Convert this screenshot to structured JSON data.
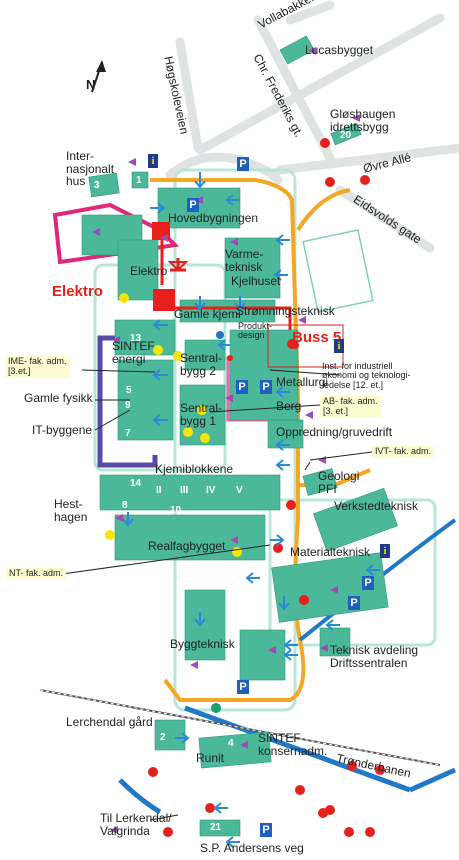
{
  "colors": {
    "building": "#4cb89a",
    "building_dark": "#2f9a7c",
    "road": "#dfe3e3",
    "path": "#8fd6c2",
    "ring_road": "#f5a623",
    "blue_road": "#1f78c8",
    "purple_zone": "#5a4aa8",
    "magenta_zone": "#e0287a",
    "pink_zone": "#e86aa8",
    "red_route": "#e8201c",
    "yellow_dot": "#f7e600",
    "red_dot": "#e8201c",
    "arrow": "#2b8ad8",
    "highlight": "#fdfbd0"
  },
  "roads": {
    "vollabakken": "Vollabakken",
    "hogskoleveien": "Høgskoleveien",
    "chr_frederiks": "Chr. Frederiks gt.",
    "ovre_alle": "Øvre Allé",
    "eidsvolds": "Eidsvolds gate",
    "sp_andersens": "S.P. Andersens veg",
    "trondelbanen": "Trønderbanen"
  },
  "buildings": {
    "lucasbygget": "Lucasbygget",
    "gloshaugen": "Gløshaugen\nidrettsbygg",
    "internasjonalt": "Inter-\nnasjonalt\nhus",
    "hovedbygningen": "Hovedbygningen",
    "varmeteknisk": "Varme-\nteknisk",
    "kjelhuset": "Kjelhuset",
    "elektro": "Elektro",
    "gamle_kjemi": "Gamle kjemi",
    "stromningsteknisk": "Strømningsteknisk",
    "produktdesign": "Produkt-\ndesign",
    "sintef_energi": "SINTEF\nenergi",
    "sentralbygg2": "Sentral-\nbygg 2",
    "sentralbygg1": "Sentral-\nbygg 1",
    "metallurgi": "Metallurgi",
    "berg": "Berg",
    "oppredning": "Oppredning/gruvedrift",
    "gamle_fysikk": "Gamle fysikk",
    "it_byggene": "IT-byggene",
    "kjemiblokkene": "Kjemiblokkene",
    "hesthagen": "Hest-\nhagen",
    "geologi": "Geologi\nPFI",
    "verkstedteknisk": "Verkstedteknisk",
    "realfagbygget": "Realfagbygget",
    "materialteknisk": "Materialteknisk",
    "byggteknisk": "Byggteknisk",
    "teknisk_avdeling": "Teknisk avdeling\nDriftssentralen",
    "lerchendal": "Lerchendal gård",
    "runit": "Runit",
    "sintef_kons": "SINTEF\nkonsernadm.",
    "til_lerkendal": "Til Lerkendal/\nValgrinda"
  },
  "labels": {
    "elektro_red": "Elektro",
    "buss5": "Buss 5",
    "ime": "IME- fak. adm.\n[3.et.]",
    "industriell": "Inst. for industriell\nøkonomi og teknologi-\nledelse [12. et.]",
    "ab": "AB- fak. adm.\n[3. et.]",
    "ivt": "IVT- fak. adm.",
    "nt": "NT- fak. adm.",
    "info": "i",
    "parking": "P",
    "north": "N"
  },
  "building_numbers": {
    "b3": "3",
    "b1": "1",
    "b20": "20",
    "b13": "13",
    "b5": "5",
    "b9": "9",
    "b7": "7",
    "b14": "14",
    "bII": "II",
    "bIII": "III",
    "b8": "8",
    "bIV": "IV",
    "bV": "V",
    "b10": "10",
    "b2": "2",
    "b21": "21",
    "b4": "4"
  }
}
